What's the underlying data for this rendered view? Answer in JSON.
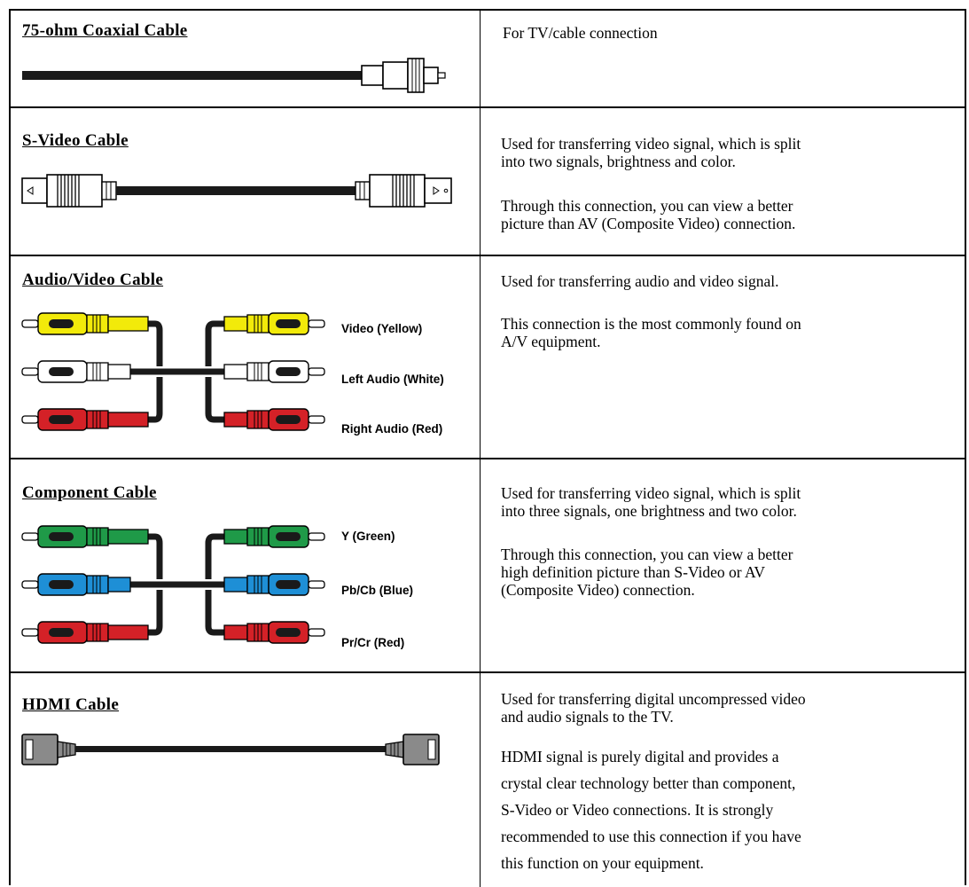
{
  "rows": [
    {
      "title": "75-ohm Coaxial Cable",
      "paragraphs": [
        "For TV/cable connection"
      ]
    },
    {
      "title": "S-Video Cable",
      "paragraphs": [
        "Used for transferring video signal, which is split\ninto two signals, brightness and color.",
        "Through this connection, you can view a better\npicture than AV (Composite Video) connection."
      ]
    },
    {
      "title": "Audio/Video Cable",
      "labels": [
        "Video (Yellow)",
        "Left Audio (White)",
        "Right Audio (Red)"
      ],
      "paragraphs": [
        "Used for transferring audio and video signal.",
        "This connection is the most commonly found on\nA/V equipment."
      ]
    },
    {
      "title": "Component Cable",
      "labels": [
        "Y (Green)",
        "Pb/Cb (Blue)",
        "Pr/Cr (Red)"
      ],
      "paragraphs": [
        "Used for transferring video signal, which is split\ninto three signals, one brightness and two color.",
        "Through this connection, you can view a better\nhigh definition picture than S-Video or AV\n(Composite Video) connection."
      ]
    },
    {
      "title": "HDMI Cable",
      "paragraphs": [
        "Used for transferring digital uncompressed video\nand audio signals to the TV.",
        "HDMI signal is purely digital and provides a\ncrystal clear technology better than component,\nS-Video or Video connections. It is strongly\nrecommended to use this connection if you have\nthis function on your equipment."
      ]
    }
  ],
  "colors": {
    "yellow": "#f2ea0a",
    "white": "#ffffff",
    "red": "#d42127",
    "green": "#1f9a48",
    "blue": "#1e8fd6",
    "grey": "#8a8a8a",
    "cable": "#1a1a1a"
  }
}
